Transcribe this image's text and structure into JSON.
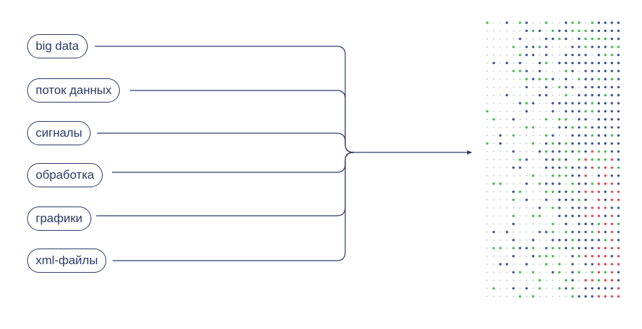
{
  "sources": [
    {
      "label": "big data"
    },
    {
      "label": "поток данных"
    },
    {
      "label": "сигналы"
    },
    {
      "label": "обработка"
    },
    {
      "label": "графики"
    },
    {
      "label": "xml-файлы"
    }
  ],
  "colors": {
    "line": "#2b3a67",
    "pill_border": "#2b3a67",
    "text": "#2b3a67",
    "dot_faint": "#9fb0cc",
    "dot_blue": "#3b4f9c",
    "dot_green": "#3dbf4a",
    "dot_red": "#e8424f"
  },
  "icons": {
    "arrow": "arrow-right-icon",
    "grid": "dot-matrix"
  }
}
